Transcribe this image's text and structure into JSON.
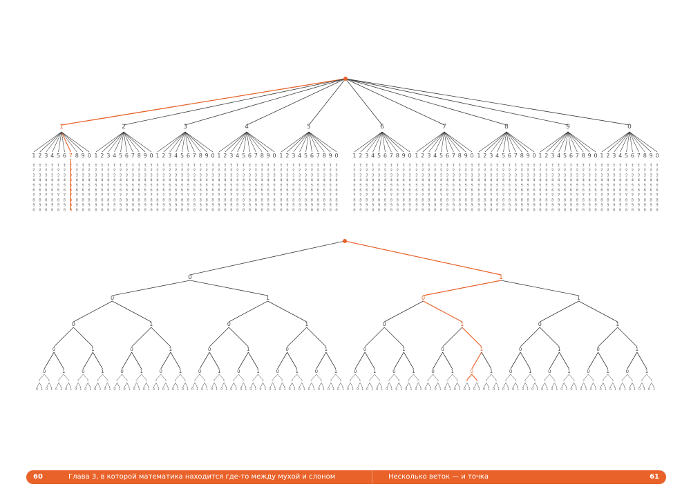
{
  "footer": {
    "left_page_number": "60",
    "left_chapter_title": "Глава 3, в которой математика находится где-то между мухой и слоном",
    "right_section_title": "Несколько веток — и точка",
    "right_page_number": "61"
  },
  "decimal_tree": {
    "first_digits": [
      "1",
      "2",
      "3",
      "4",
      "5",
      "6",
      "7",
      "8",
      "9",
      "0"
    ],
    "second_digits": [
      "1",
      "2",
      "3",
      "4",
      "5",
      "6",
      "7",
      "8",
      "9",
      "0"
    ],
    "highlight_path": [
      "1",
      "7"
    ]
  },
  "binary_tree": {
    "branch_labels": [
      "0",
      "1"
    ],
    "highlight_path": [
      "1",
      "0",
      "1",
      "1",
      "0"
    ]
  },
  "colors": {
    "line": "#3a3a3a",
    "text": "#4a4a4a",
    "accent": "#e8622a"
  }
}
